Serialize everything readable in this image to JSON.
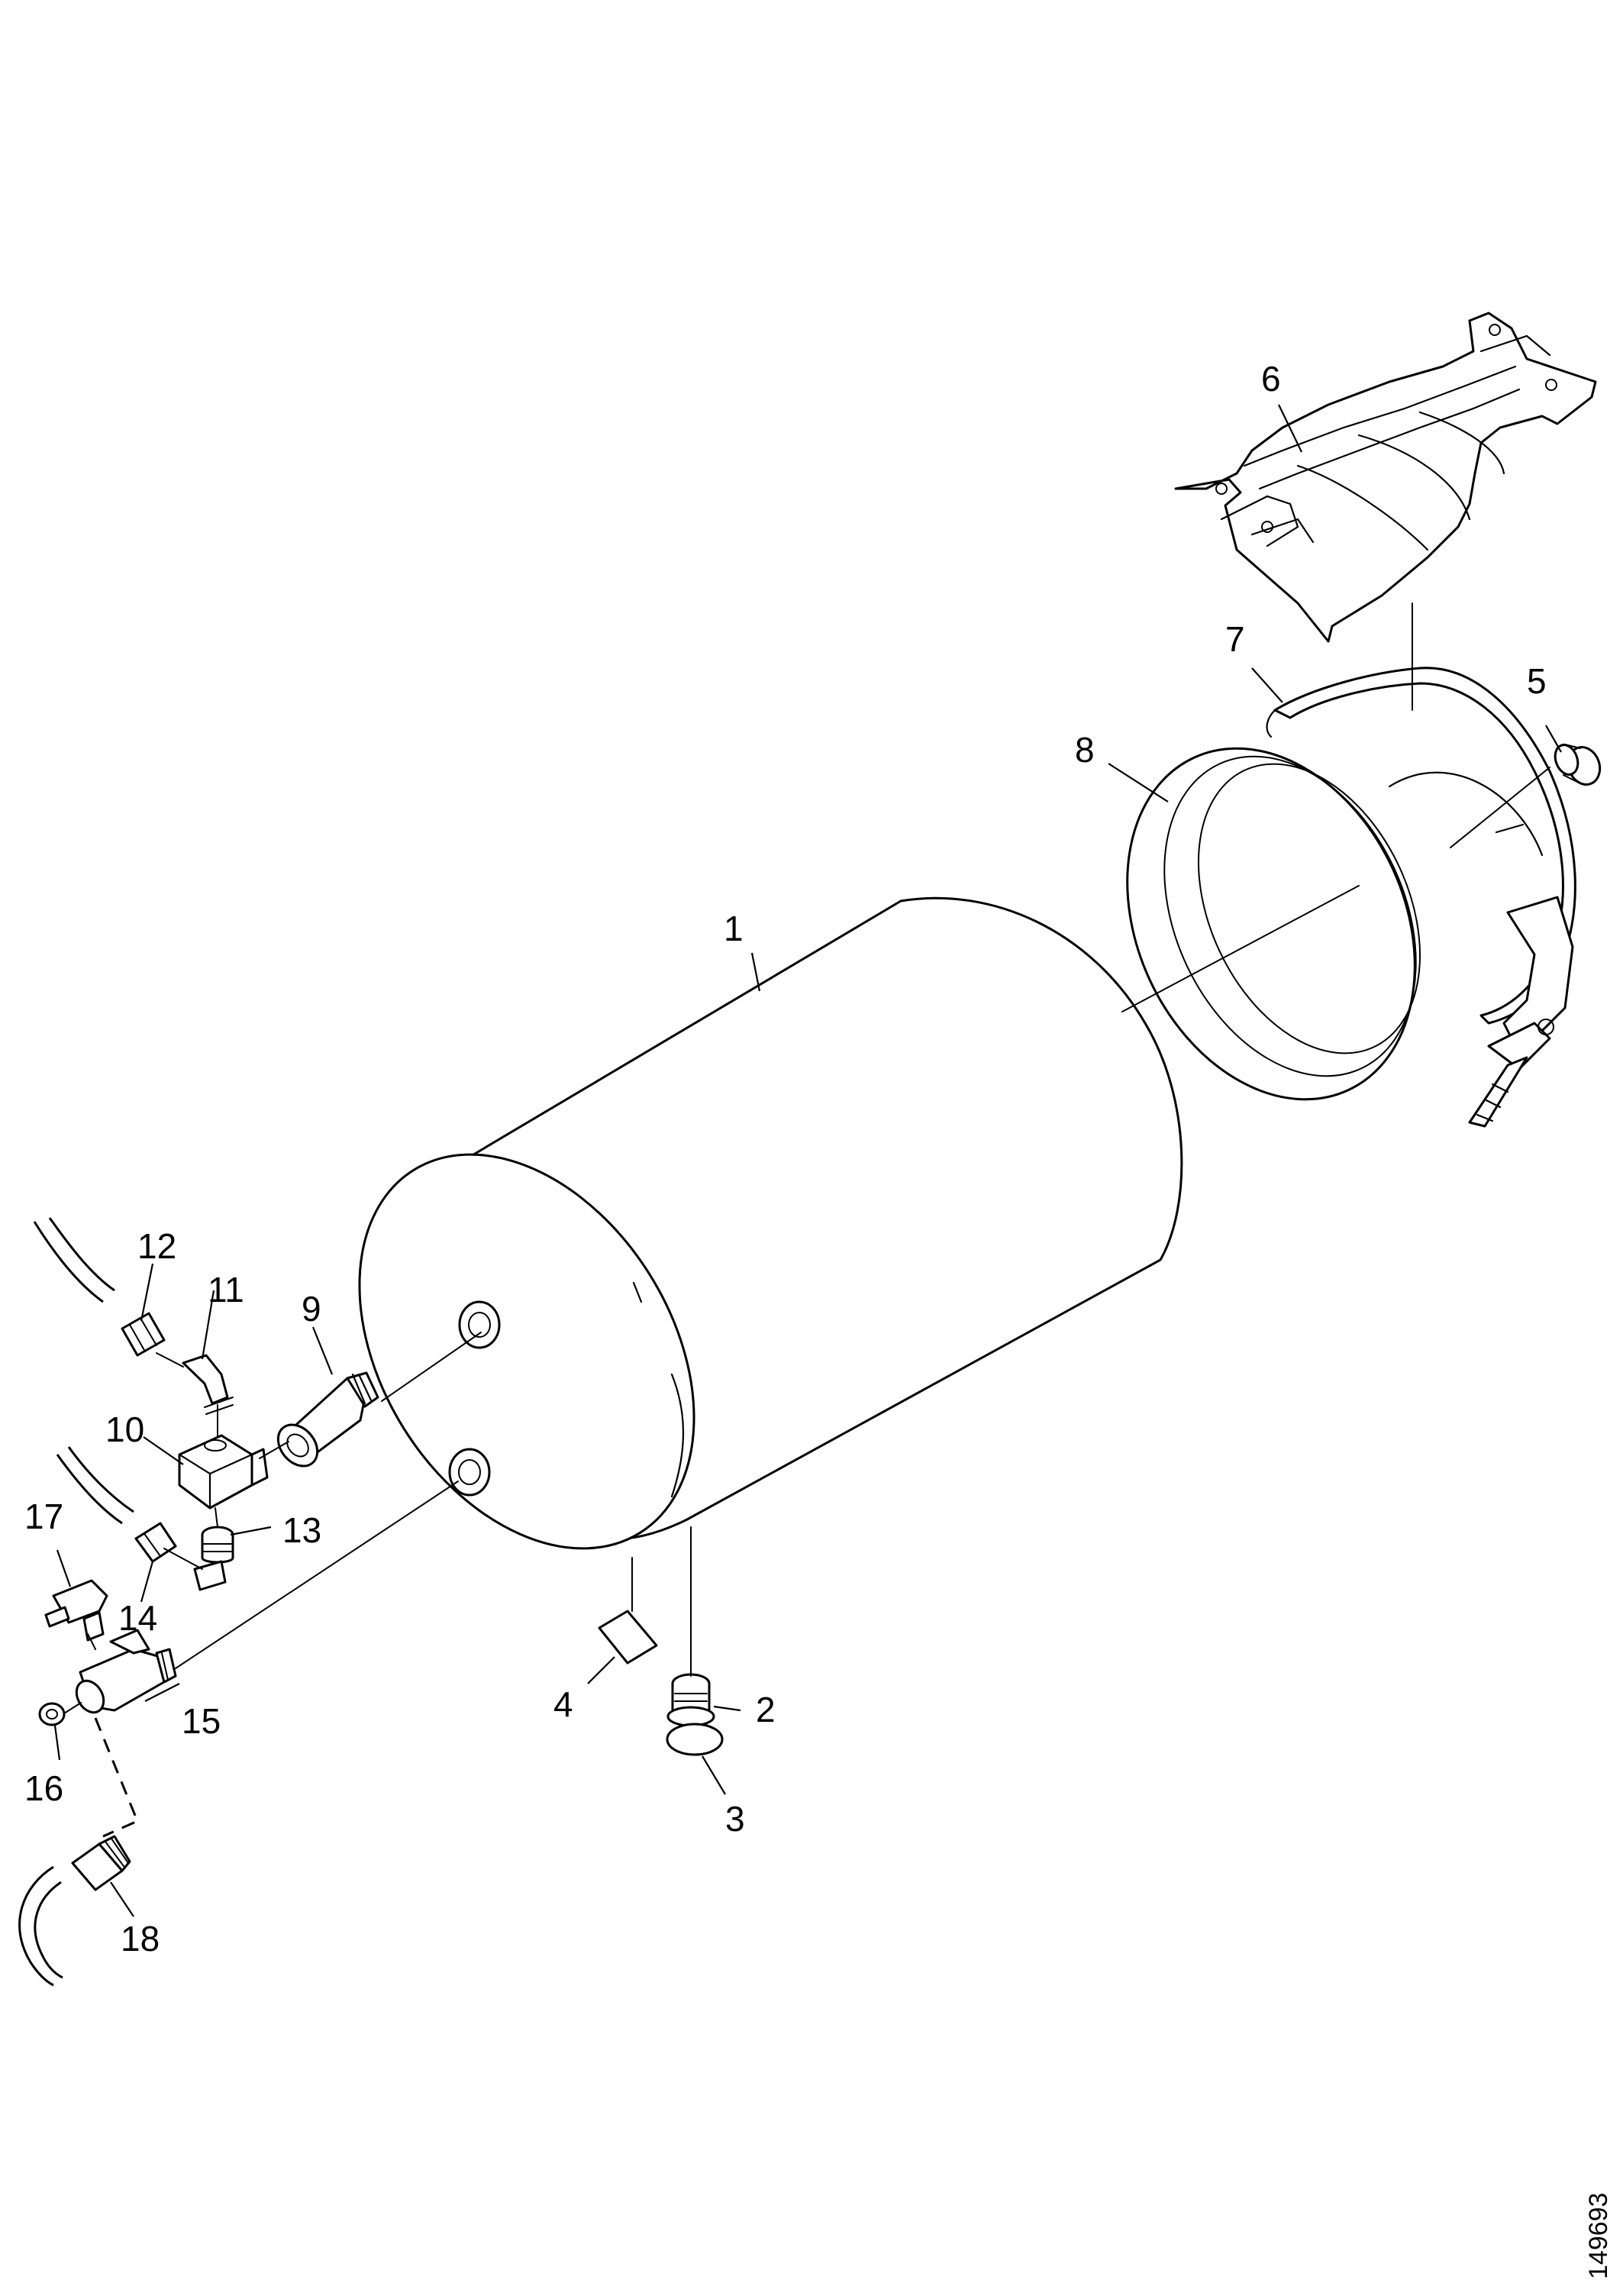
{
  "callouts": [
    {
      "id": "1",
      "label": "1"
    },
    {
      "id": "2",
      "label": "2"
    },
    {
      "id": "3",
      "label": "3"
    },
    {
      "id": "4",
      "label": "4"
    },
    {
      "id": "5",
      "label": "5"
    },
    {
      "id": "6",
      "label": "6"
    },
    {
      "id": "7",
      "label": "7"
    },
    {
      "id": "8",
      "label": "8"
    },
    {
      "id": "9",
      "label": "9"
    },
    {
      "id": "10",
      "label": "10"
    },
    {
      "id": "11",
      "label": "11"
    },
    {
      "id": "12",
      "label": "12"
    },
    {
      "id": "13",
      "label": "13"
    },
    {
      "id": "14",
      "label": "14"
    },
    {
      "id": "15",
      "label": "15"
    },
    {
      "id": "16",
      "label": "16"
    },
    {
      "id": "17",
      "label": "17"
    },
    {
      "id": "18",
      "label": "18"
    }
  ],
  "document_number": "149693",
  "colors": {
    "line": "#000000",
    "background": "#ffffff"
  }
}
